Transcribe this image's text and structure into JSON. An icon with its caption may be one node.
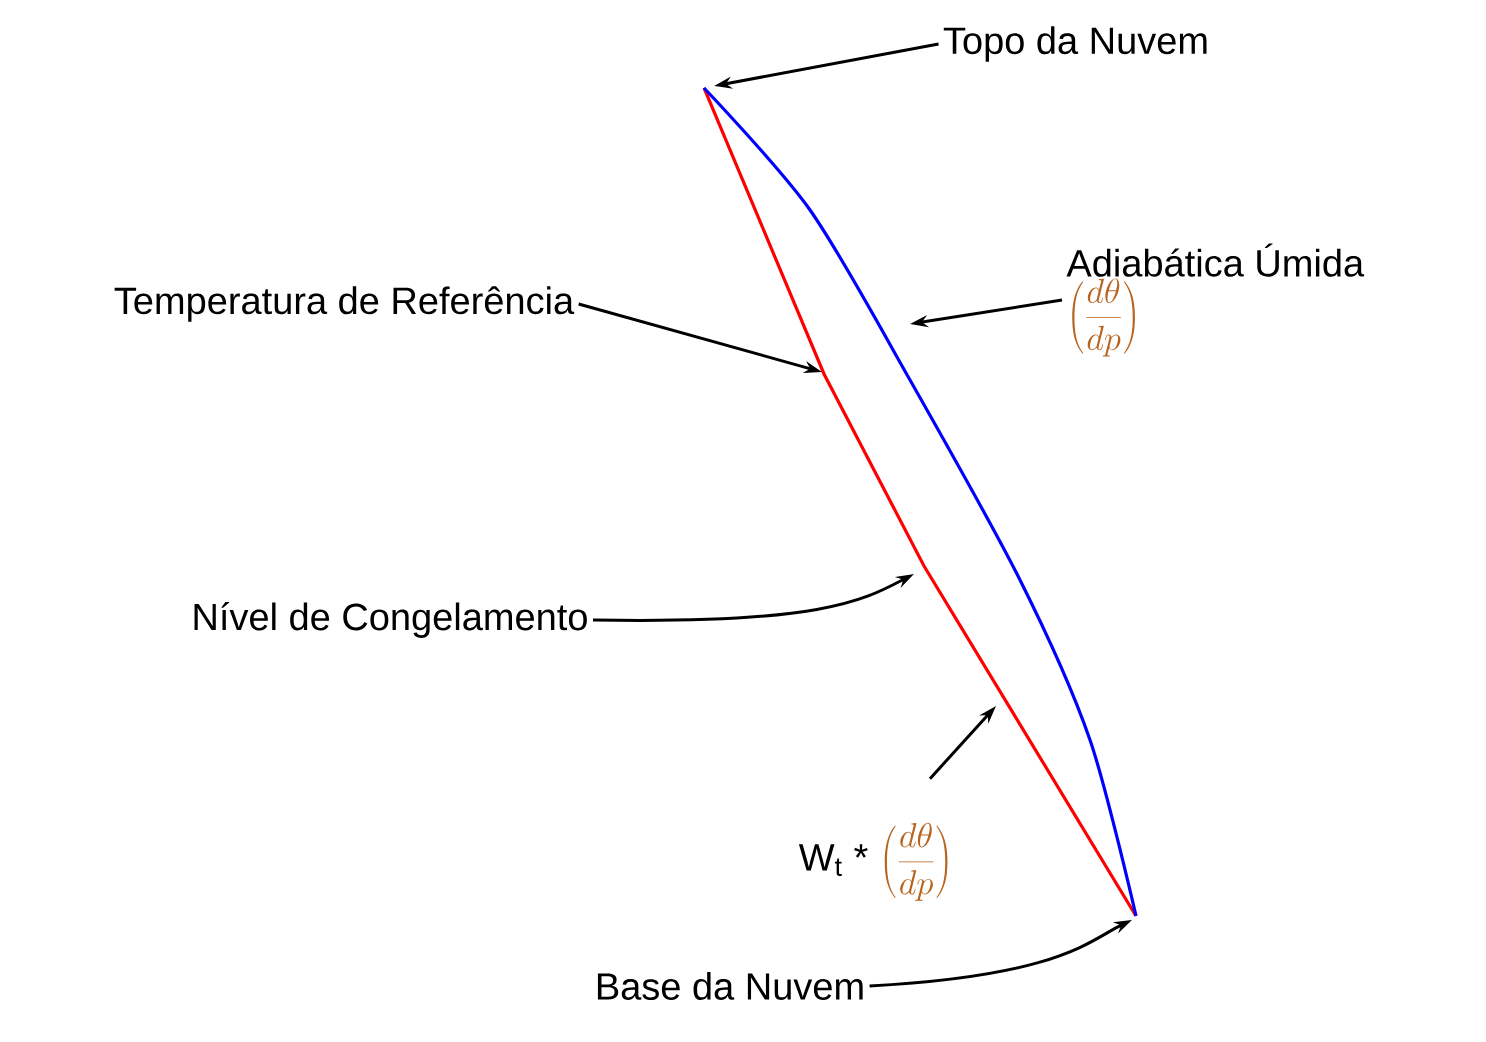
{
  "diagram": {
    "nodes": [
      {
        "text": [
          "Topo da Nuvem"
        ]
      },
      {
        "text": [
          "Temperatura de Referência"
        ]
      },
      {
        "text": [
          "Adiabática Úmida",
          "\\left(\\frac{d\\theta}{dp}\\right)"
        ]
      },
      {
        "text": [
          "Nível de Congelamento"
        ]
      },
      {
        "text": [
          "W$_{t}$ *",
          "\\left(\\frac{d\\theta}{dp}\\right)"
        ]
      },
      {
        "text": [
          "Base da Nuvem"
        ]
      }
    ],
    "edges": [
      {
        "from": 0,
        "to": null,
        "arrow": "to"
      },
      {
        "from": 1,
        "to": null,
        "arrow": "to"
      },
      {
        "from": 2,
        "to": null,
        "arrow": "to"
      },
      {
        "from": 3,
        "to": null,
        "arrow": "to"
      },
      {
        "from": 4,
        "to": null,
        "arrow": "to"
      },
      {
        "from": 5,
        "to": null,
        "arrow": "to"
      }
    ]
  }
}
